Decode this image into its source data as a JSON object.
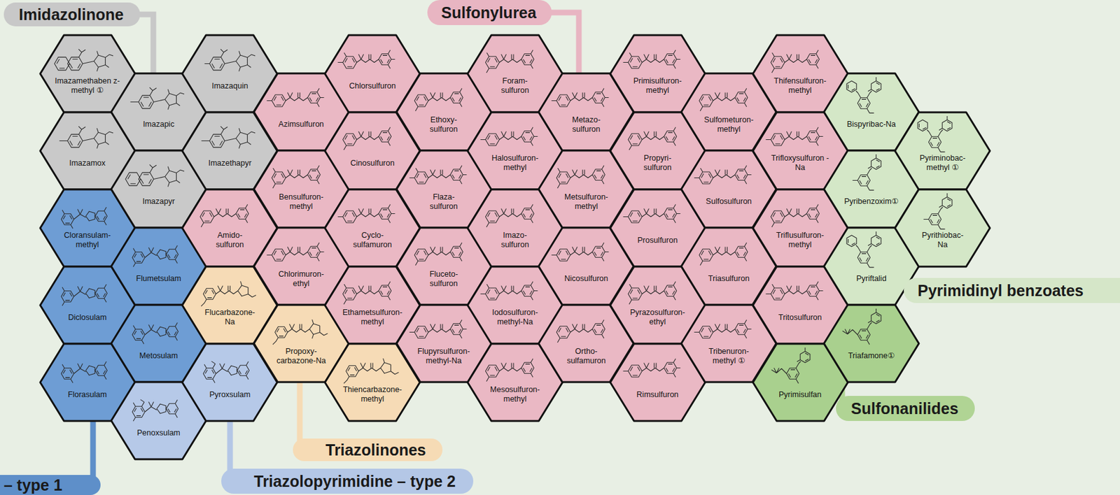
{
  "diagram": {
    "nodes": [
      {
        "text": [
          "Imidazolinone"
        ]
      },
      {
        "text": [
          "Sulfonylurea"
        ]
      },
      {
        "text": [
          "Imazamethaben z-methyl ①"
        ]
      },
      {
        "text": [
          "Imazamox"
        ]
      },
      {
        "text": [
          "Cloransulam- methyl"
        ]
      },
      {
        "text": [
          "Diclosulam"
        ]
      },
      {
        "text": [
          "Florasulam"
        ]
      },
      {
        "text": [
          "Imazapic"
        ]
      },
      {
        "text": [
          "Imazapyr"
        ]
      },
      {
        "text": [
          "Flumetsulam"
        ]
      },
      {
        "text": [
          "Metosulam"
        ]
      },
      {
        "text": [
          "Penoxsulam"
        ]
      },
      {
        "text": [
          "Imazaquin"
        ]
      },
      {
        "text": [
          "Imazethapyr"
        ]
      },
      {
        "text": [
          "Amido- sulfuron"
        ]
      },
      {
        "text": [
          "Flucarbazone- Na"
        ]
      },
      {
        "text": [
          "Pyroxsulam"
        ]
      },
      {
        "text": [
          "Azimsulfuron"
        ]
      },
      {
        "text": [
          "Bensulfuron- methyl"
        ]
      },
      {
        "text": [
          "Chlorimuron- ethyl"
        ]
      },
      {
        "text": [
          "Propoxy- carbazone-Na"
        ]
      },
      {
        "text": [
          "Chlorsulfuron"
        ]
      },
      {
        "text": [
          "Cinosulfuron"
        ]
      },
      {
        "text": [
          "Cyclo- sulfamuron"
        ]
      },
      {
        "text": [
          "Ethametsulfuron- methyl"
        ]
      },
      {
        "text": [
          "Thiencarbazone- methyl"
        ]
      },
      {
        "text": [
          "Ethoxy- sulfuron"
        ]
      },
      {
        "text": [
          "Flaza- sulfuron"
        ]
      },
      {
        "text": [
          "Fluceto- sulfuron"
        ]
      },
      {
        "text": [
          "Flupyrsulfuron- methyl-Na"
        ]
      },
      {
        "text": [
          "Foram- sulfuron"
        ]
      },
      {
        "text": [
          "Halosulfuron- methyl"
        ]
      },
      {
        "text": [
          "Imazo- sulfuron"
        ]
      },
      {
        "text": [
          "Iodosulfuron- methyl-Na"
        ]
      },
      {
        "text": [
          "Mesosulfuron- methyl"
        ]
      },
      {
        "text": [
          "Metazo- sulfuron"
        ]
      },
      {
        "text": [
          "Metsulfuron- methyl"
        ]
      },
      {
        "text": [
          "Nicosulfuron"
        ]
      },
      {
        "text": [
          "Ortho- sulfamuron"
        ]
      },
      {
        "text": [
          "Primisulfuron- methyl"
        ]
      },
      {
        "text": [
          "Propyri- sulfuron"
        ]
      },
      {
        "text": [
          "Prosulfuron"
        ]
      },
      {
        "text": [
          "Pyrazosulfuron- ethyl"
        ]
      },
      {
        "text": [
          "Rimsulfuron"
        ]
      },
      {
        "text": [
          "Sulfometuron- methyl"
        ]
      },
      {
        "text": [
          "Sulfosulfuron"
        ]
      },
      {
        "text": [
          "Triasulfuron"
        ]
      },
      {
        "text": [
          "Tribenuron- methyl ①"
        ]
      },
      {
        "text": [
          "Thifensulfuron- methyl"
        ]
      },
      {
        "text": [
          "Trifloxysulfuron -Na"
        ]
      },
      {
        "text": [
          "Triflusulfuron- methyl"
        ]
      },
      {
        "text": [
          "Tritosulfuron"
        ]
      },
      {
        "text": [
          "Pyrimisulfan"
        ]
      },
      {
        "text": [
          "Bispyribac-Na"
        ]
      },
      {
        "text": [
          "Pyribenzoxim①"
        ]
      },
      {
        "text": [
          "Pyriftalid"
        ]
      },
      {
        "text": [
          "Triafamone①"
        ]
      },
      {
        "text": [
          "Pyriminobac- methyl ①"
        ]
      },
      {
        "text": [
          "Pyrithiobac- Na"
        ]
      },
      {
        "text": [
          "Pyrimidinyl benzoates"
        ]
      },
      {
        "text": [
          "Sulfonanilides"
        ]
      },
      {
        "text": [
          "Triazolinones"
        ]
      },
      {
        "text": [
          "– type 1"
        ]
      },
      {
        "text": [
          "Triazolopyrimidine – type 2"
        ]
      }
    ]
  }
}
